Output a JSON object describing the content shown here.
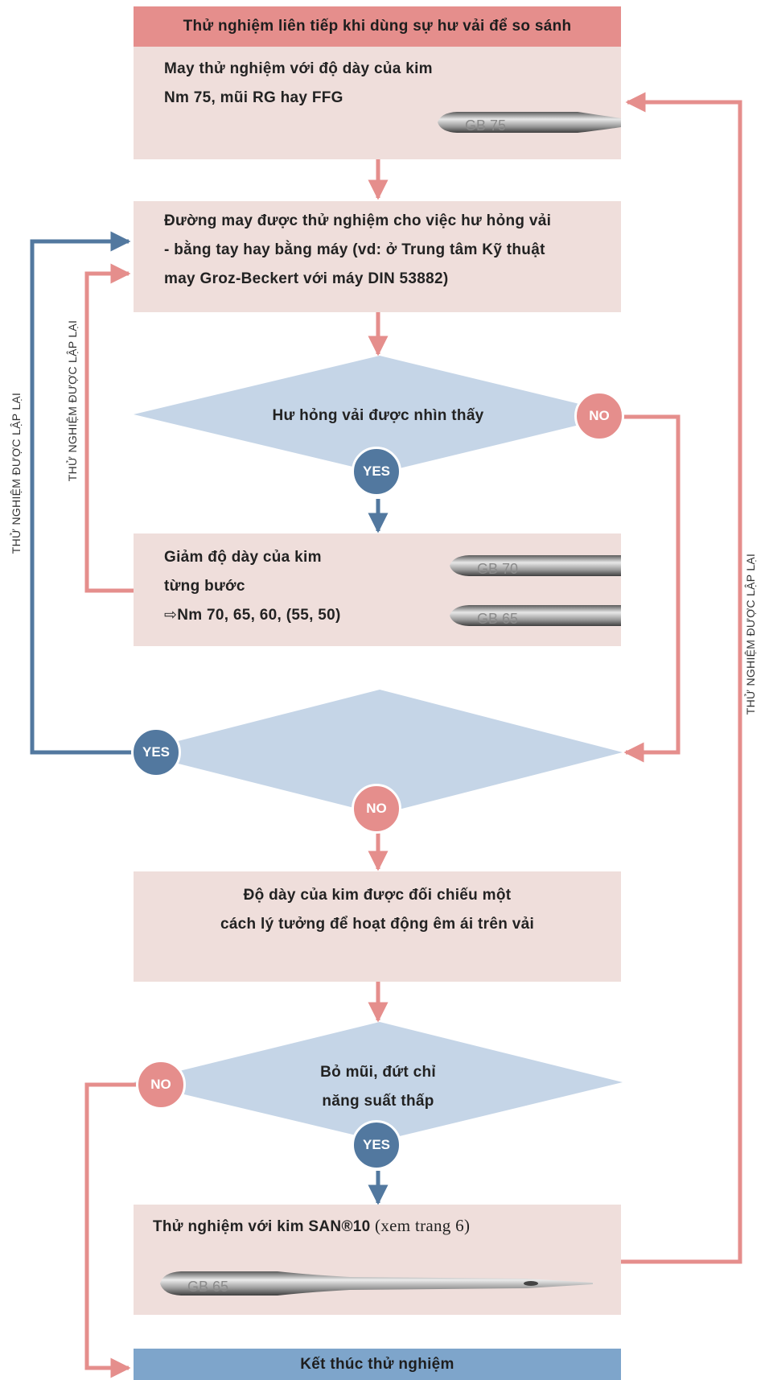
{
  "header": {
    "title": "Thử nghiệm liên tiếp khi dùng sự hư vải để so sánh"
  },
  "step1": {
    "line1": "May thử nghiệm với độ dày của kim",
    "line2": "Nm 75, mũi RG hay FFG",
    "needle_label": "GB 75"
  },
  "step2": {
    "line1": "Đường may được thử nghiệm cho việc hư hỏng vải",
    "line2": "- bằng tay hay bằng máy (vd: ở Trung tâm Kỹ thuật",
    "line3": "may Groz-Beckert với máy DIN 53882)"
  },
  "decision1": {
    "text": "Hư hỏng vải được nhìn thấy",
    "yes": "YES",
    "no": "NO"
  },
  "step3": {
    "line1": "Giảm độ dày của kim",
    "line2": "từng bước",
    "line3": "Nm 70, 65, 60, (55, 50)",
    "arrow_glyph": "⇨",
    "needle1_label": "GB 70",
    "needle2_label": "GB 65"
  },
  "decision2": {
    "yes": "YES",
    "no": "NO"
  },
  "step4": {
    "line1": "Độ dày của kim được đối chiếu một",
    "line2": "cách lý tưởng để hoạt động êm ái trên vải"
  },
  "decision3": {
    "line1": "Bỏ mũi, đứt chỉ",
    "line2": "năng suất thấp",
    "yes": "YES",
    "no": "NO"
  },
  "step5": {
    "bold": "Thử nghiệm với kim SAN®10",
    "normal": " (xem trang 6)",
    "needle_label": "GB 65"
  },
  "end": {
    "label": "Kết thúc thử nghiệm"
  },
  "loops": {
    "outer_left": "THỬ NGHIỆM ĐƯỢC LẬP LẠI",
    "inner_left": "THỬ NGHIỆM ĐƯỢC LẬP LẠI",
    "right": "THỬ NGHIỆM ĐƯỢC LẬP LẠI"
  },
  "colors": {
    "pink": "#e58e8c",
    "blue": "#52789f",
    "box": "#efdedb",
    "diamond": "#c5d5e7",
    "end": "#7ea5cb"
  }
}
